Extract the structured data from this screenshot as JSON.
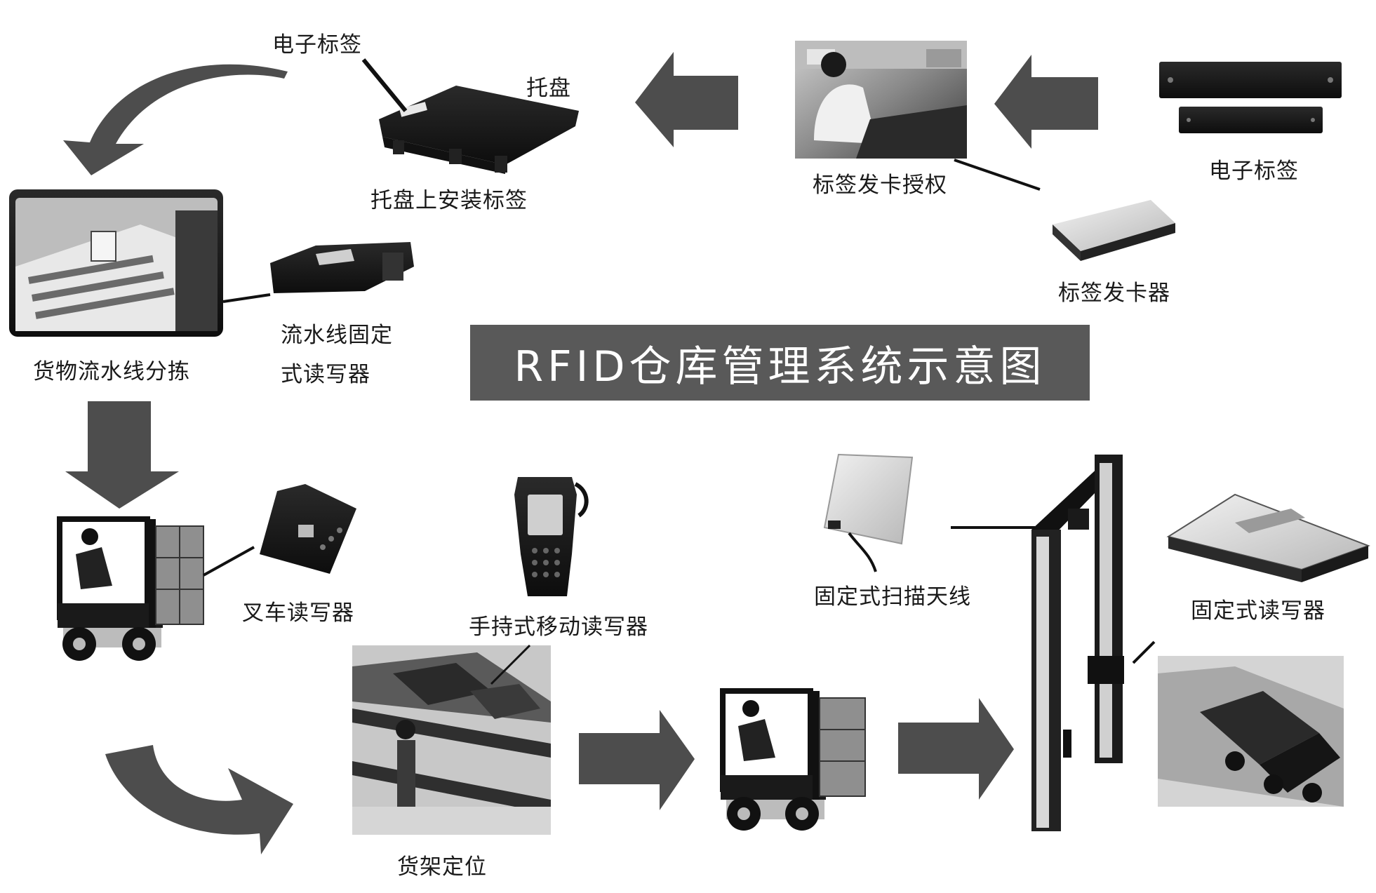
{
  "title": "RFID仓库管理系统示意图",
  "labels": {
    "tag_pallet": "电子标签",
    "pallet": "托盘",
    "pallet_install": "托盘上安装标签",
    "card_authorize": "标签发卡授权",
    "tag_right": "电子标签",
    "card_issuer": "标签发卡器",
    "sorting": "货物流水线分拣",
    "line_reader_1": "流水线固定",
    "line_reader_2": "式读写器",
    "forklift_reader": "叉车读写器",
    "handheld_reader": "手持式移动读写器",
    "fixed_antenna": "固定式扫描天线",
    "fixed_reader": "固定式读写器",
    "shelf_position": "货架定位"
  },
  "colors": {
    "banner": "#595959",
    "arrow": "#4d4d4d"
  },
  "icons": [
    "curved-arrow-icon",
    "block-arrow-left-icon",
    "block-arrow-down-icon",
    "block-arrow-right-icon",
    "forklift-icon",
    "pallet-icon",
    "rfid-tag-icon",
    "card-issuer-icon",
    "antenna-icon",
    "handheld-reader-icon",
    "gate-icon",
    "truck-icon"
  ]
}
